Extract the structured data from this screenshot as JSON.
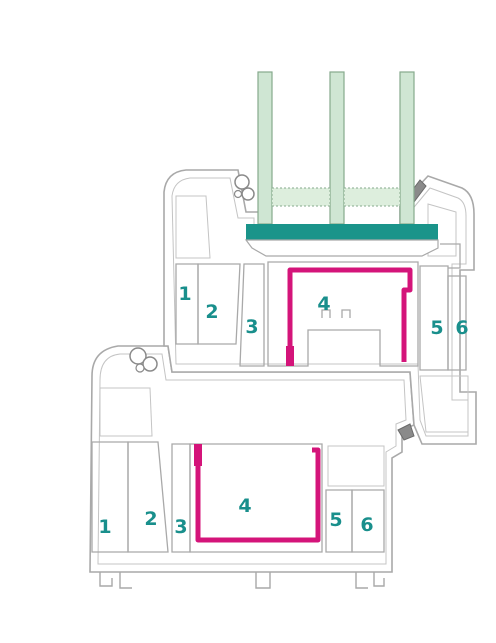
{
  "colors": {
    "background": "#ffffff",
    "profile_fill": "#ffffff",
    "profile_stroke": "#a9a9a9",
    "glass": "#cfe6d3",
    "glass_stroke": "#86a98d",
    "spacer": "#ddeedd",
    "bead": "#1a948a",
    "reinforcement": "#d4147a",
    "label": "#198f8c"
  },
  "icons": [
    "triple-glazing-icon",
    "glazing-bead-icon",
    "gasket-icon",
    "steel-reinforcement-icon"
  ],
  "sash_labels": [
    "1",
    "2",
    "3",
    "4",
    "5",
    "6"
  ],
  "frame_labels": [
    "1",
    "2",
    "3",
    "4",
    "5",
    "6"
  ]
}
